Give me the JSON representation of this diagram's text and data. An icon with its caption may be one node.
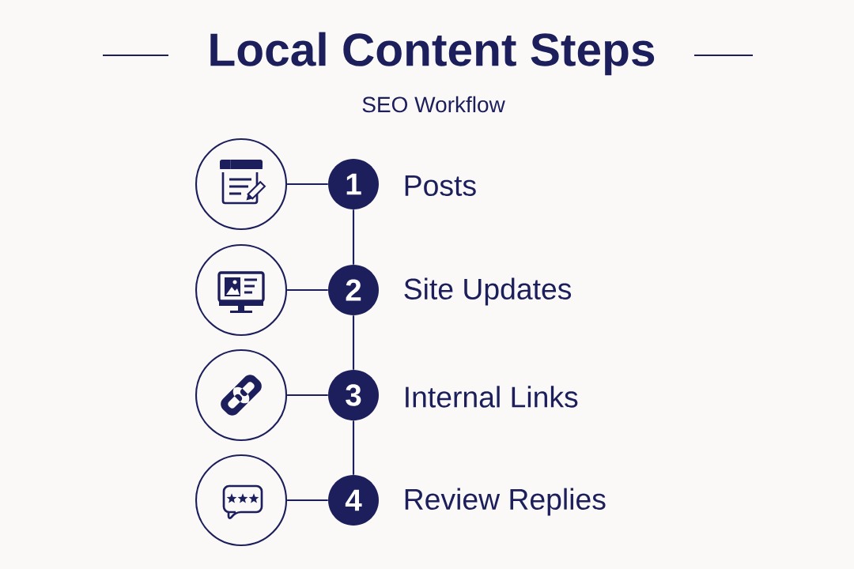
{
  "diagram": {
    "title": "Local Content Steps",
    "caption": "SEO Workflow",
    "nodes": [
      {
        "text": [],
        "shape": "circle"
      },
      {
        "text": [
          "1"
        ],
        "beside": [
          "Posts"
        ]
      },
      {
        "text": [],
        "shape": "circle"
      },
      {
        "text": [
          "2"
        ],
        "beside": [
          "Site Updates"
        ]
      },
      {
        "text": [],
        "shape": "circle"
      },
      {
        "text": [
          "3"
        ],
        "beside": [
          "Internal Links"
        ]
      },
      {
        "text": [],
        "shape": "circle"
      },
      {
        "text": [
          "4"
        ],
        "beside": [
          "Review Replies"
        ]
      }
    ],
    "edges": [
      {
        "from": 0,
        "to": 1,
        "arrow": "none"
      },
      {
        "from": 2,
        "to": 3,
        "arrow": "none"
      },
      {
        "from": 4,
        "to": 5,
        "arrow": "none"
      },
      {
        "from": 6,
        "to": 7,
        "arrow": "none"
      },
      {
        "from": 1,
        "to": 3,
        "arrow": "none"
      },
      {
        "from": 3,
        "to": 5,
        "arrow": "none"
      },
      {
        "from": 5,
        "to": 7,
        "arrow": "none"
      }
    ]
  }
}
